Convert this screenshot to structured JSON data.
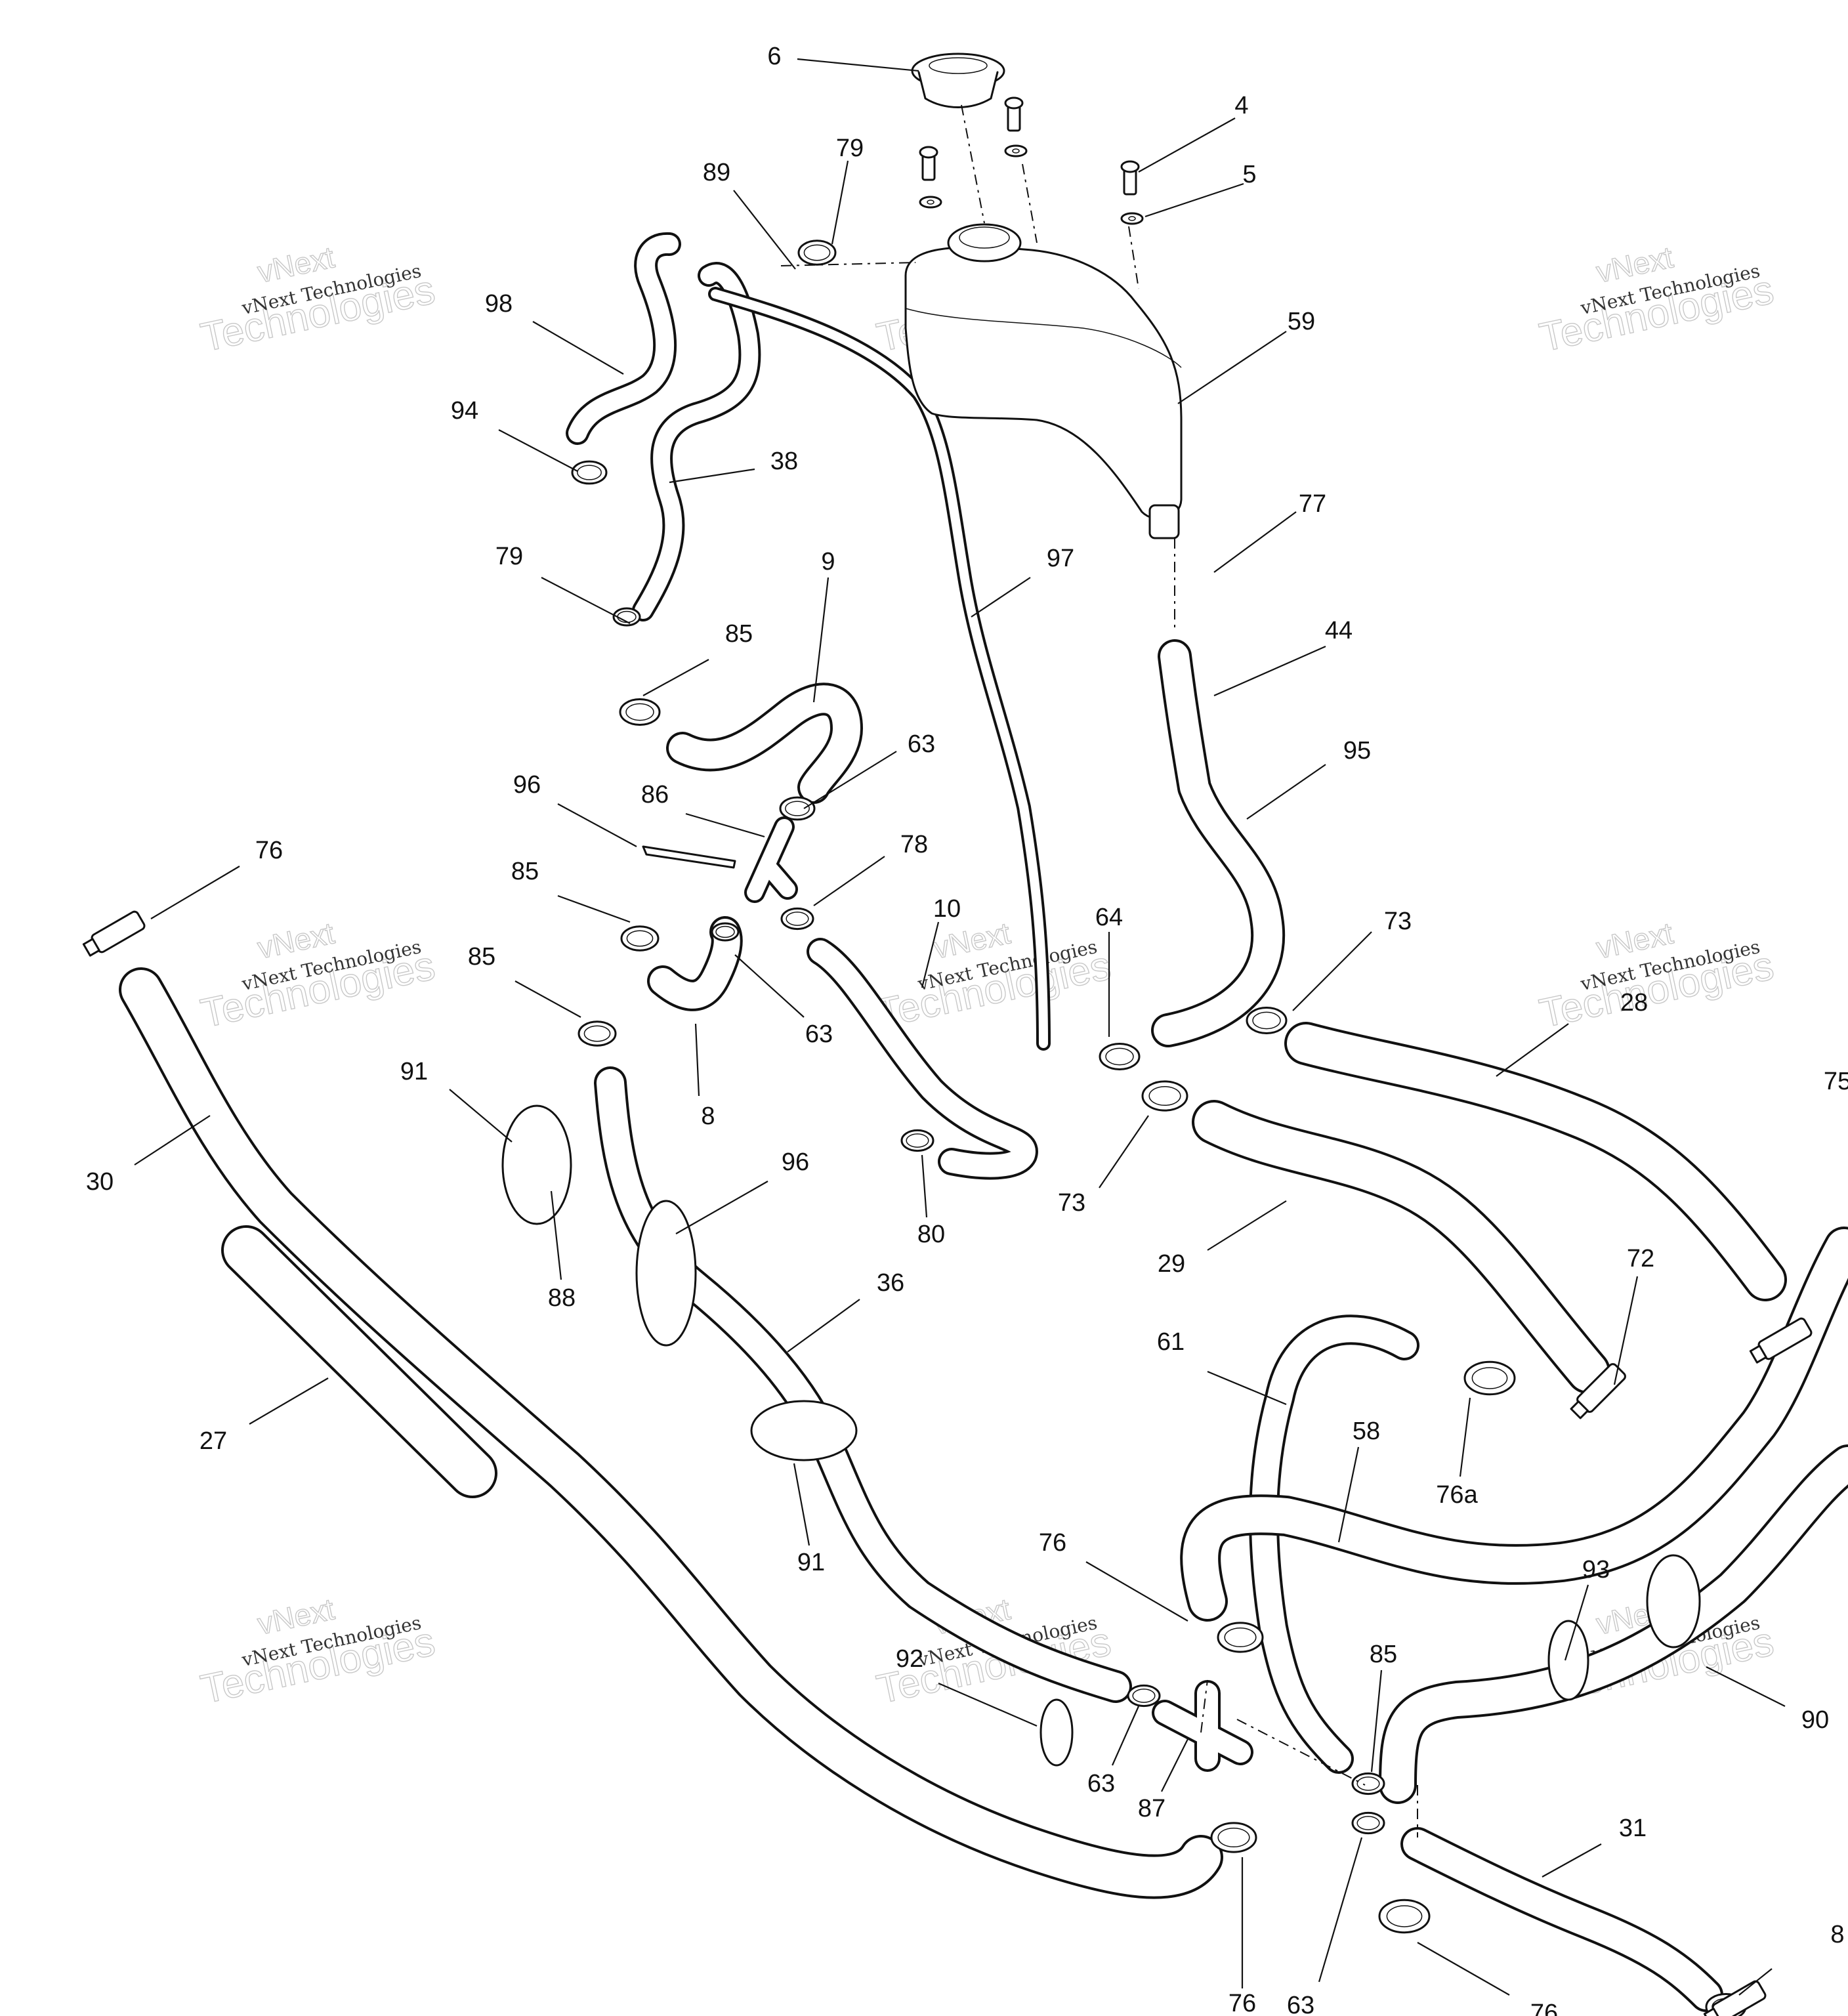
{
  "callouts": [
    "6",
    "4",
    "5",
    "89",
    "79",
    "98",
    "94",
    "38",
    "59",
    "77",
    "79",
    "9",
    "97",
    "44",
    "85",
    "63",
    "95",
    "96",
    "86",
    "76",
    "78",
    "85",
    "10",
    "64",
    "73",
    "85",
    "63",
    "8",
    "28",
    "75",
    "91",
    "30",
    "88",
    "73",
    "80",
    "96",
    "29",
    "72",
    "36",
    "61",
    "76a",
    "58",
    "27",
    "91",
    "76",
    "93",
    "92",
    "85",
    "90",
    "63",
    "87",
    "31",
    "76",
    "63",
    "8",
    "76"
  ],
  "watermark": {
    "line1": "vNext Technologies",
    "line2": "vNext",
    "line3": "Technologies"
  },
  "colors": {
    "line": "#111111",
    "background": "#ffffff",
    "watermark": "#c8c8c8"
  }
}
